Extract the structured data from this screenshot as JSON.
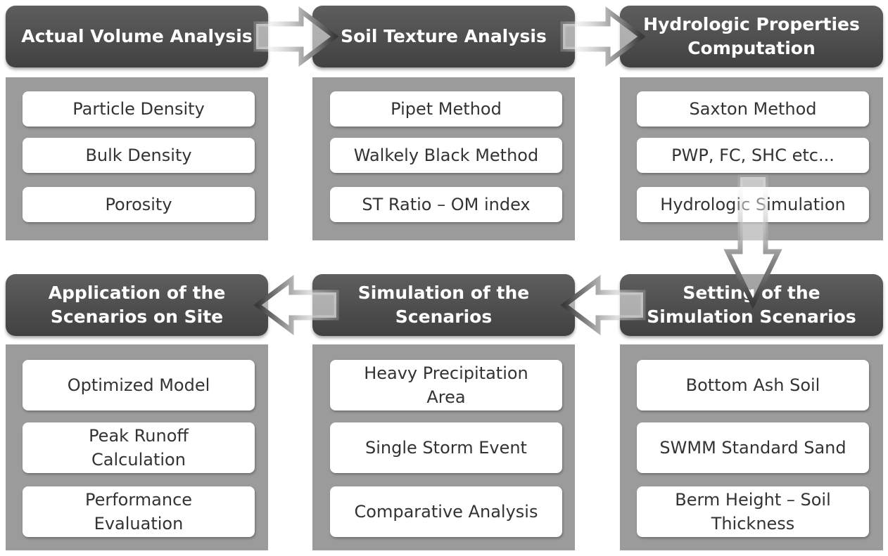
{
  "colors": {
    "header_fill": "#4d4d4d",
    "panel_fill": "#9b9b9b",
    "item_fill": "#ffffff",
    "header_text": "#ffffff",
    "item_text": "#333333"
  },
  "top_row": [
    {
      "title": "Actual Volume Analysis",
      "items": [
        "Particle Density",
        "Bulk Density",
        "Porosity"
      ]
    },
    {
      "title": "Soil Texture Analysis",
      "items": [
        "Pipet Method",
        "Walkely Black Method",
        "ST Ratio – OM index"
      ]
    },
    {
      "title": "Hydrologic Properties\nComputation",
      "items": [
        "Saxton Method",
        "PWP, FC, SHC etc...",
        "Hydrologic Simulation"
      ]
    }
  ],
  "bottom_row": [
    {
      "title": "Application of the\nScenarios on Site",
      "items": [
        "Optimized Model",
        "Peak Runoff\nCalculation",
        "Performance\nEvaluation"
      ]
    },
    {
      "title": "Simulation of the\nScenarios",
      "items": [
        "Heavy Precipitation\nArea",
        "Single Storm Event",
        "Comparative Analysis"
      ]
    },
    {
      "title": "Setting of the\nSimulation Scenarios",
      "items": [
        "Bottom Ash Soil",
        "SWMM Standard Sand",
        "Berm Height – Soil\nThickness"
      ]
    }
  ]
}
